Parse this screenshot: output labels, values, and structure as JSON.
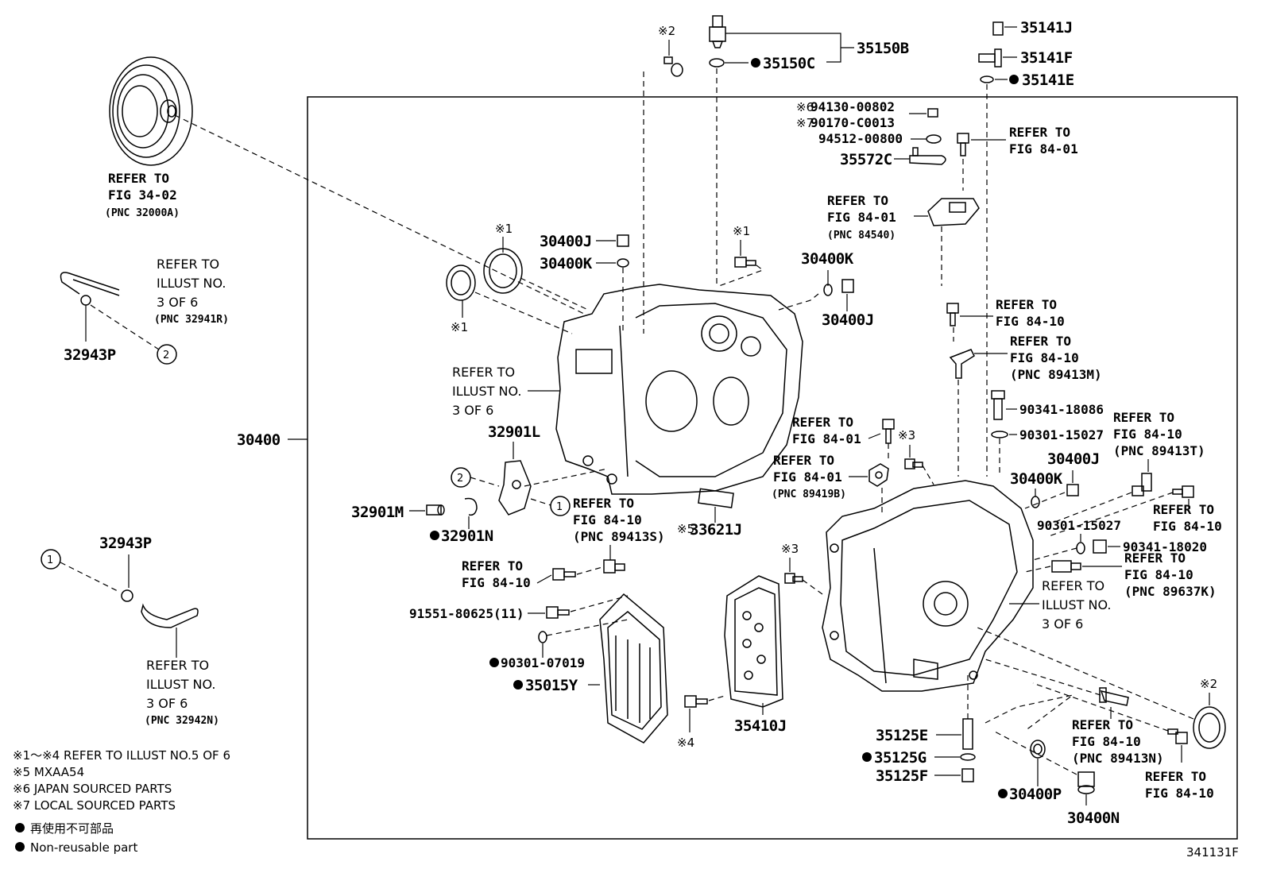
{
  "labels": {
    "p35150B": "35150B",
    "p35150C": "35150C",
    "p35141J": "35141J",
    "p35141F": "35141F",
    "p35141E": "35141E",
    "n94130": "94130-00802",
    "n90170": "90170-C0013",
    "n94512": "94512-00800",
    "p35572C": "35572C",
    "p30400J_a": "30400J",
    "p30400K_a": "30400K",
    "p30400K_b": "30400K",
    "p30400J_b": "30400J",
    "p32943P_a": "32943P",
    "p32943P_b": "32943P",
    "p30400": "30400",
    "p32901L": "32901L",
    "p32901M": "32901M",
    "p32901N": "32901N",
    "p33621J": "33621J",
    "n91551": "91551-80625(11)",
    "n90301_07019": "90301-07019",
    "p35015Y": "35015Y",
    "p35410J": "35410J",
    "n90341_18086": "90341-18086",
    "n90301_15027a": "90301-15027",
    "n90301_15027b": "90301-15027",
    "n90341_18020": "90341-18020",
    "p30400J_c": "30400J",
    "p30400K_c": "30400K",
    "p35125E": "35125E",
    "p35125G": "35125G",
    "p35125F": "35125F",
    "p30400P": "30400P",
    "p30400N": "30400N",
    "figure_id": "341131F"
  },
  "marks": {
    "m1": "※1",
    "m2": "※2",
    "m3": "※3",
    "m4": "※4",
    "m5": "※5",
    "m6": "※6",
    "m7": "※7",
    "c1": "1",
    "c2": "2"
  },
  "refs": {
    "refer_to": "REFER TO",
    "fig_34_02": "FIG 34-02",
    "pnc_32000A": "(PNC 32000A)",
    "illust_no": "ILLUST NO.",
    "three_of_6": "3 OF 6",
    "pnc_32941R": "(PNC 32941R)",
    "pnc_32942N": "(PNC 32942N)",
    "fig_84_01": "FIG 84-01",
    "pnc_84540": "(PNC 84540)",
    "fig_84_10": "FIG 84-10",
    "pnc_89413M": "(PNC 89413M)",
    "pnc_89413T": "(PNC 89413T)",
    "pnc_89419B": "(PNC 89419B)",
    "pnc_89413S": "(PNC 89413S)",
    "pnc_89637K": "(PNC 89637K)",
    "pnc_89413N": "(PNC 89413N)"
  },
  "legend": {
    "line1": "※1～※4 REFER TO ILLUST NO.5 OF 6",
    "line2": "※5 MXAA54",
    "line3": "※6 JAPAN SOURCED PARTS",
    "line4": "※7 LOCAL SOURCED PARTS",
    "line5": "再使用不可部品",
    "line6": "Non-reusable part"
  }
}
